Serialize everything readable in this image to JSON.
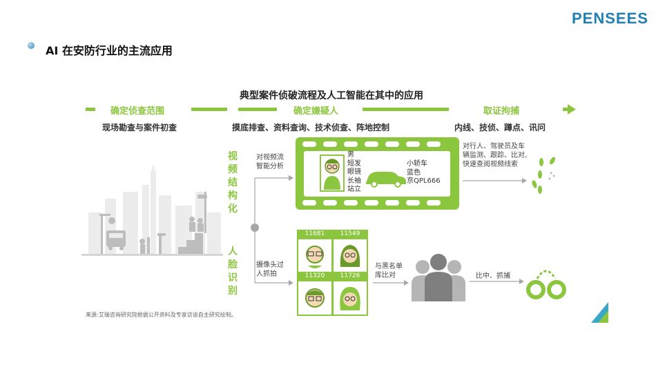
{
  "header": {
    "logo": "PENSEES",
    "title": "AI 在安防行业的主流应用"
  },
  "diagram": {
    "title": "典型案件侦破流程及人工智能在其中的应用",
    "stages": [
      {
        "label": "确定侦查范围",
        "sub": "现场勘查与案件初查"
      },
      {
        "label": "确定嫌疑人",
        "sub": "摸底排查、资料查询、技术侦查、阵地控制"
      },
      {
        "label": "取证拘捕",
        "sub": "内线、技侦、蹲点、讯问"
      }
    ],
    "branch_video": {
      "label": "视频结构化",
      "chars": [
        "视",
        "频",
        "结",
        "构",
        "化"
      ],
      "note_lines": [
        "对视频流",
        "智能分析"
      ],
      "person_attrs": [
        "男",
        "短发",
        "眼镜",
        "长袖",
        "站立"
      ],
      "car_attrs": [
        "小轿车",
        "蓝色",
        "京QPL666"
      ],
      "right_note_lines": [
        "对行人、驾驶员及车",
        "辆监测、跟踪、比对,",
        "快速查阅视频线索"
      ]
    },
    "branch_face": {
      "label": "人脸识别",
      "chars": [
        "人",
        "脸",
        "识",
        "别"
      ],
      "note_lines": [
        "摄像头过",
        "人抓拍"
      ],
      "face_ids": [
        "11681",
        "11549",
        "11320",
        "11726"
      ],
      "compare_lines": [
        "与黑名单",
        "库比对"
      ],
      "result": "比中、抓捕"
    },
    "source": "来源:艾瑞咨询研究院根据公开资料及专家访谈自主研究绘制。"
  },
  "colors": {
    "green": "#8cc63f",
    "gray": "#9d9d9d",
    "logo_blue": "#1f7fb5",
    "corner_teal": "#3aa7c9"
  },
  "icons": [
    "bullet-icon",
    "city-scene-icon",
    "person-icon",
    "car-icon",
    "film-strip-icon",
    "footprints-icon",
    "crowd-icon",
    "handcuffs-icon",
    "face-icon"
  ]
}
